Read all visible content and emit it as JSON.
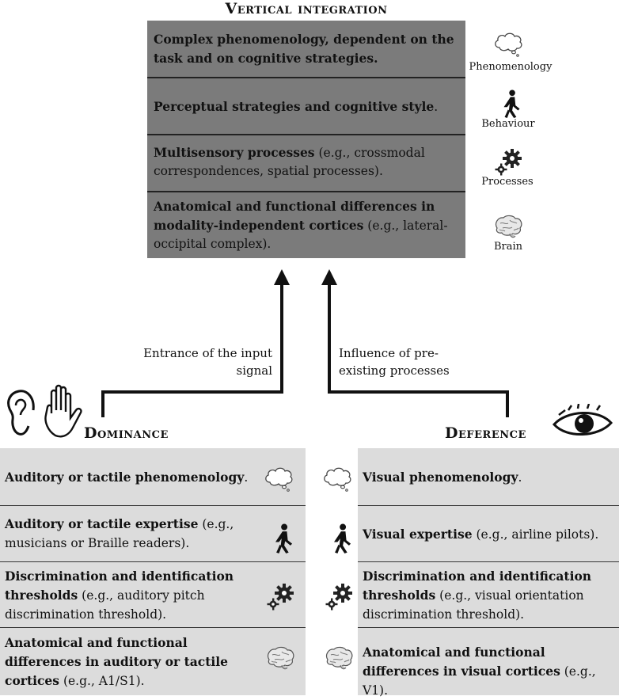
{
  "top": {
    "title": "Vertical integration",
    "rows": [
      {
        "bold": "Complex phenomenology, dependent on the task and on cognitive strategies.",
        "normal": ""
      },
      {
        "bold": "Perceptual strategies and cognitive style",
        "normal": "."
      },
      {
        "bold": "Multisensory processes",
        "normal": " (e.g., crossmodal correspondences, spatial processes)."
      },
      {
        "bold": "Anatomical and functional differences in modality-independent cortices",
        "normal": " (e.g., lateral-occipital complex)."
      }
    ],
    "icons": [
      {
        "icon": "thought-cloud-icon",
        "label": "Phenomenology"
      },
      {
        "icon": "walking-person-icon",
        "label": "Behaviour"
      },
      {
        "icon": "gears-icon",
        "label": "Processes"
      },
      {
        "icon": "brain-icon",
        "label": "Brain"
      }
    ]
  },
  "arrows": {
    "left_label": "Entrance of the input signal",
    "right_label": "Influence of pre-existing processes"
  },
  "dominance": {
    "title": "Dominance",
    "icons": [
      "ear-icon",
      "hand-icon"
    ],
    "rows": [
      {
        "bold": "Auditory or tactile phenomenology",
        "normal": "."
      },
      {
        "bold": "Auditory or tactile expertise",
        "normal": " (e.g., musicians or Braille readers)."
      },
      {
        "bold": "Discrimination and identification thresholds",
        "normal": " (e.g., auditory pitch discrimination threshold)."
      },
      {
        "bold": "Anatomical and functional differences in auditory or tactile cortices",
        "normal": " (e.g., A1/S1)."
      }
    ]
  },
  "deference": {
    "title": "Deference",
    "icons": [
      "eye-icon"
    ],
    "rows": [
      {
        "bold": "Visual phenomenology",
        "normal": "."
      },
      {
        "bold": "Visual expertise",
        "normal": " (e.g., airline pilots)."
      },
      {
        "bold": "Discrimination and identification thresholds",
        "normal": " (e.g., visual orientation discrimination threshold)."
      },
      {
        "bold": "Anatomical and functional differences in visual cortices",
        "normal": " (e.g., V1)."
      }
    ]
  },
  "colors": {
    "top_panel": "#7b7b7b",
    "side_panels": "#dcdcdc",
    "text": "#111111"
  }
}
